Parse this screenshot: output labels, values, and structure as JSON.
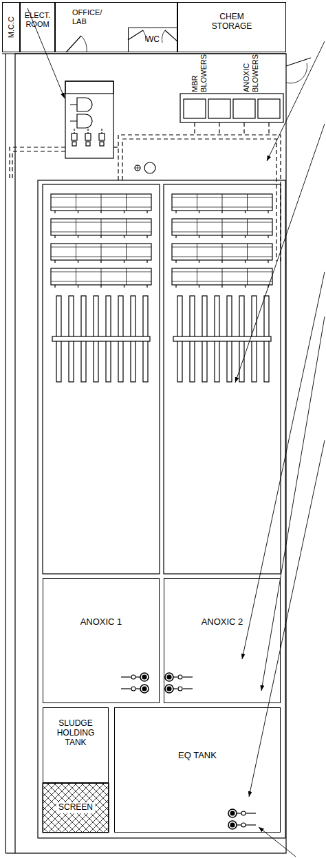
{
  "diagram": {
    "nodes": [
      {
        "text": [
          "M.C.C"
        ]
      },
      {
        "text": [
          "ELECT. ROOM"
        ]
      },
      {
        "text": [
          "OFFICE/ LAB"
        ]
      },
      {
        "text": [
          "WC"
        ]
      },
      {
        "text": [
          "CHEM STORAGE"
        ]
      },
      {
        "text": [
          "ANOXIC 1"
        ]
      },
      {
        "text": [
          "ANOXIC 2"
        ]
      },
      {
        "text": [
          "SLUDGE HOLDING TANK"
        ]
      },
      {
        "text": [
          "SCREEN"
        ]
      },
      {
        "text": [
          "EQ TANK"
        ]
      }
    ],
    "labels": [
      "MBR BLOWERS",
      "ANOXIC BLOWERS"
    ]
  }
}
